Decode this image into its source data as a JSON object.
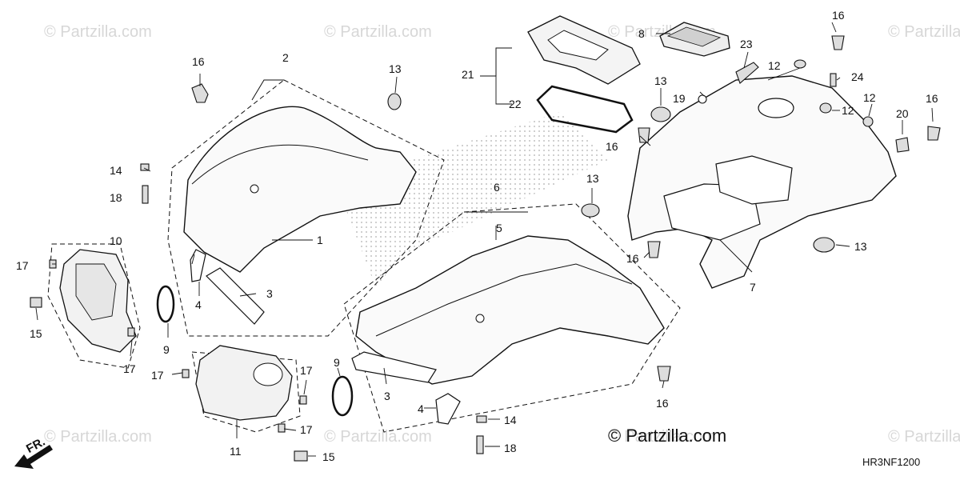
{
  "watermarks": [
    "© Partzilla.com",
    "© Partzilla.com",
    "© Partzilla.com",
    "© Partzilla.com",
    "© Partzilla.com",
    "© Partzilla.com",
    "© Partzilla.com",
    "© Partzilla.com"
  ],
  "brand": "© Partzilla.com",
  "drawing_code": "HR3NF1200",
  "front_marker": "FR.",
  "callouts": {
    "c1": "1",
    "c2": "2",
    "c3a": "3",
    "c3b": "3",
    "c4a": "4",
    "c4b": "4",
    "c5": "5",
    "c6": "6",
    "c7": "7",
    "c8": "8",
    "c9a": "9",
    "c9b": "9",
    "c10": "10",
    "c11": "11",
    "c12a": "12",
    "c12b": "12",
    "c12c": "12",
    "c13a": "13",
    "c13b": "13",
    "c13c": "13",
    "c13d": "13",
    "c14a": "14",
    "c14b": "14",
    "c15a": "15",
    "c15b": "15",
    "c16a": "16",
    "c16b": "16",
    "c16c": "16",
    "c16d": "16",
    "c16e": "16",
    "c16f": "16",
    "c17a": "17",
    "c17b": "17",
    "c17c": "17",
    "c17d": "17",
    "c17e": "17",
    "c18a": "18",
    "c18b": "18",
    "c19": "19",
    "c20": "20",
    "c21": "21",
    "c22": "22",
    "c23": "23",
    "c24": "24"
  },
  "colors": {
    "line": "#111111",
    "watermark": "#d7d7d7",
    "fill": "#ffffff",
    "shade": "#e6e6e6"
  }
}
